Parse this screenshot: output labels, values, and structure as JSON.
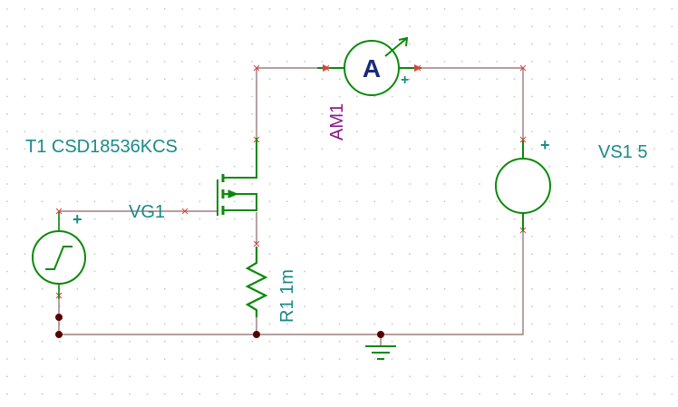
{
  "labels": {
    "transistor": "T1 CSD18536KCS",
    "gate_source": "VG1",
    "ammeter": "AM1",
    "ammeter_symbol": "A",
    "resistor": "R1 1m",
    "supply": "VS1 5",
    "plus": "+"
  },
  "colors": {
    "wire": "#8a6464",
    "component": "#0a8a0a",
    "label_teal": "#1b8a8a",
    "label_purple": "#8a1a8a",
    "ammeter_text": "#1a2a7a",
    "grid_dot": "#c8c8c8",
    "node": "#5a0000",
    "pin_marker": "#e04040"
  },
  "icons": [
    "step-source-icon",
    "mosfet-icon",
    "ammeter-icon",
    "resistor-icon",
    "dc-voltage-source-icon",
    "ground-icon"
  ]
}
